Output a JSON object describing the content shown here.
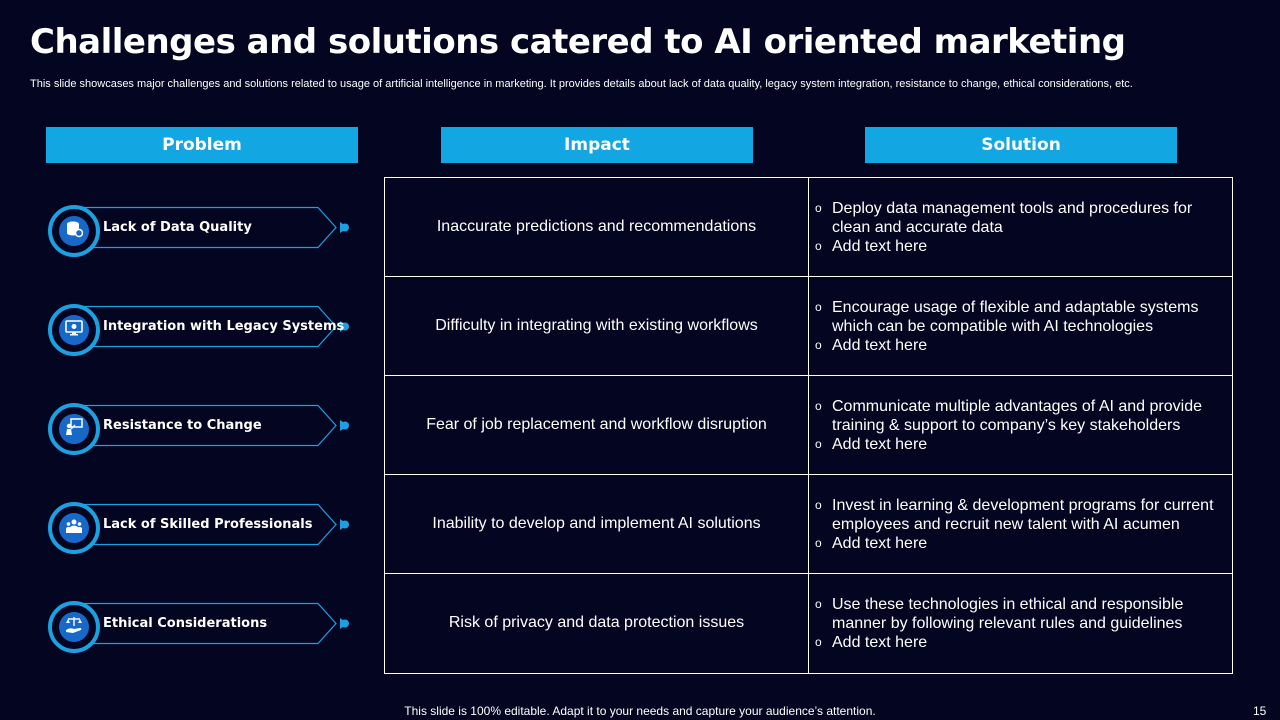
{
  "title": "Challenges and solutions catered to AI oriented marketing",
  "subtitle": "This slide showcases major challenges and solutions related to usage of artificial intelligence in marketing. It provides details about lack of data quality, legacy system integration, resistance to change, ethical considerations, etc.",
  "headers": {
    "problem": "Problem",
    "impact": "Impact",
    "solution": "Solution"
  },
  "colors": {
    "accent": "#12a6e3",
    "background": "#030521",
    "circle": "#1769c9"
  },
  "rows": [
    {
      "problem": "Lack of Data Quality",
      "icon": "database-gear-icon",
      "impact": "Inaccurate predictions and recommendations",
      "solution": [
        "Deploy data management tools and procedures for clean and accurate data",
        "Add text here"
      ]
    },
    {
      "problem": "Integration with Legacy Systems",
      "icon": "monitor-gear-icon",
      "impact": "Difficulty in integrating with existing workflows",
      "solution": [
        "Encourage usage of flexible and adaptable systems which can be compatible with AI technologies",
        "Add text here"
      ]
    },
    {
      "problem": "Resistance to Change",
      "icon": "presenter-icon",
      "impact": "Fear of job replacement and workflow disruption",
      "solution": [
        "Communicate multiple advantages of AI and provide training & support to company’s key stakeholders",
        "Add text here"
      ]
    },
    {
      "problem": "Lack of Skilled Professionals",
      "icon": "team-icon",
      "impact": "Inability to develop and implement AI solutions",
      "solution": [
        "Invest in learning & development programs for current employees and recruit new talent with AI acumen",
        "Add text here"
      ]
    },
    {
      "problem": "Ethical Considerations",
      "icon": "scale-hand-icon",
      "impact": "Risk of privacy and data protection issues",
      "solution": [
        "Use these technologies in ethical and responsible manner by following relevant rules and guidelines",
        "Add text here"
      ]
    }
  ],
  "footer": "This slide is 100% editable. Adapt it to your needs and capture your audience’s attention.",
  "page_number": "15"
}
